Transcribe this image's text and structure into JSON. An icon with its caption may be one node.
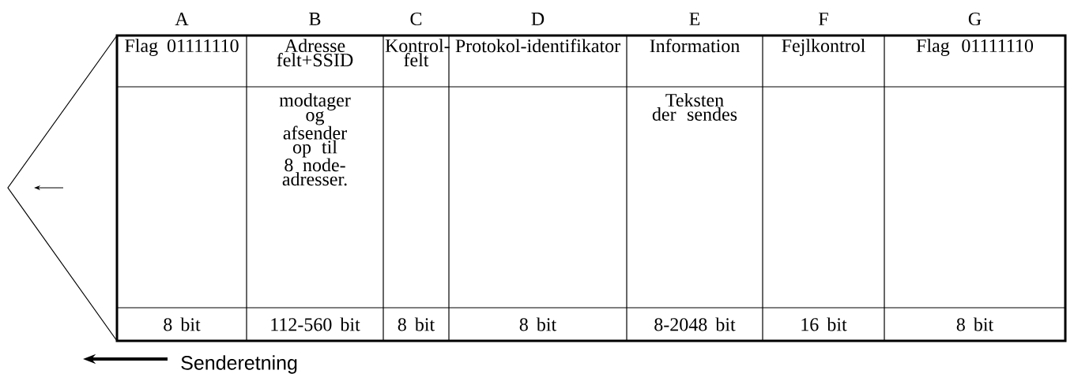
{
  "diagram": {
    "labels": [
      "A",
      "B",
      "C",
      "D",
      "E",
      "F",
      "G",
      "Flag 01111110",
      "Adresse felt+SSID",
      "Kontrol-felt",
      "Protokol-identifikator",
      "Information",
      "Fejlkontrol",
      "Flag 01111110",
      "modtager og afsender op til 8 node-adresser.",
      "Teksten der sendes",
      "8 bit",
      "112-560 bit",
      "8 bit",
      "8 bit",
      "8-2048 bit",
      "16 bit",
      "8 bit",
      "Senderetning"
    ]
  }
}
